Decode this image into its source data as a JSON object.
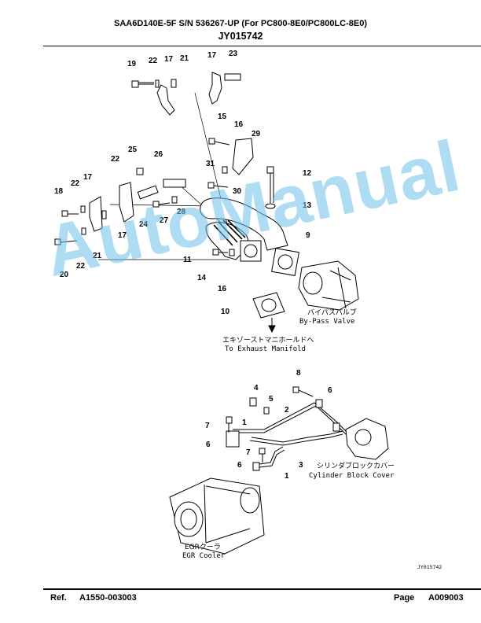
{
  "header": {
    "title": "SAA6D140E-5F S/N 536267-UP (For PC800-8E0/PC800LC-8E0)",
    "code": "JY015742"
  },
  "upper_callouts": [
    "19",
    "22",
    "17",
    "21",
    "17",
    "23",
    "15",
    "16",
    "29",
    "25",
    "22",
    "26",
    "31",
    "30",
    "12",
    "13",
    "18",
    "22",
    "17",
    "24",
    "27",
    "28",
    "9",
    "11",
    "14",
    "16",
    "10",
    "20",
    "22",
    "21",
    "17"
  ],
  "lower_callouts": [
    "8",
    "4",
    "5",
    "2",
    "6",
    "7",
    "1",
    "6",
    "7",
    "3",
    "1",
    "6"
  ],
  "captions": {
    "bypass_jp": "バイパスバルブ",
    "bypass_en": "By-Pass Valve",
    "exhaust_jp": "エキゾーストマニホールドへ",
    "exhaust_en": "To Exhaust Manifold",
    "cylinder_jp": "シリンダブロックカバー",
    "cylinder_en": "Cylinder Block Cover",
    "egr_jp": "EGRクーラ",
    "egr_en": "EGR Cooler"
  },
  "figure_code": "JY015742",
  "watermark": "AutoManual",
  "footer": {
    "ref_label": "Ref.",
    "ref_value": "A1550-003003",
    "page_label": "Page",
    "page_value": "A009003"
  }
}
